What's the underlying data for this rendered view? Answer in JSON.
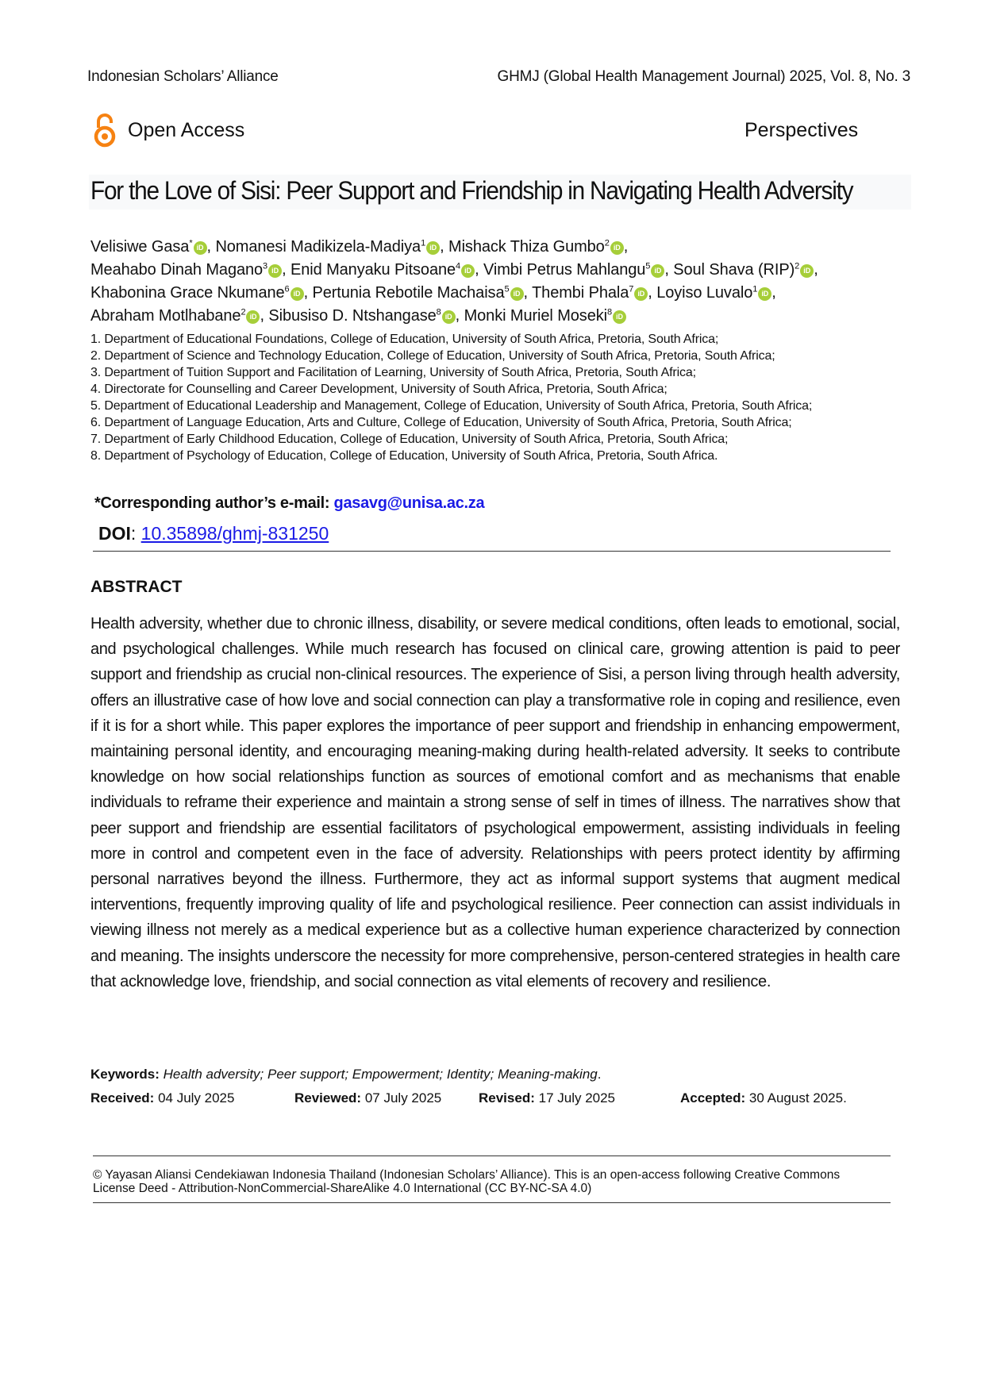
{
  "header": {
    "publisher": "Indonesian Scholars’ Alliance",
    "journal": "GHMJ (Global Health Management Journal) 2025, Vol. 8, No. 3"
  },
  "open_access": {
    "label": "Open Access",
    "icon": "open-access-lock-icon",
    "color": "#f68212"
  },
  "article_type": "Perspectives",
  "title": "For the Love of Sisi: Peer Support and Friendship in Navigating Health Adversity",
  "authors": [
    {
      "name": "Velisiwe Gasa",
      "sup": "*"
    },
    {
      "name": "Nomanesi Madikizela-Madiya",
      "sup": "1"
    },
    {
      "name": "Mishack Thiza Gumbo",
      "sup": "2"
    },
    {
      "name": "Meahabo Dinah Magano",
      "sup": "3"
    },
    {
      "name": "Enid Manyaku Pitsoane",
      "sup": "4"
    },
    {
      "name": "Vimbi Petrus Mahlangu",
      "sup": "5"
    },
    {
      "name": "Soul Shava (RIP)",
      "sup": "2"
    },
    {
      "name": "Khabonina Grace Nkumane",
      "sup": "6"
    },
    {
      "name": "Pertunia Rebotile Machaisa",
      "sup": "5"
    },
    {
      "name": "Thembi Phala",
      "sup": "7"
    },
    {
      "name": "Loyiso Luvalo",
      "sup": "1"
    },
    {
      "name": "Abraham Motlhabane",
      "sup": "2"
    },
    {
      "name": "Sibusiso D. Ntshangase",
      "sup": "8"
    },
    {
      "name": "Monki Muriel Moseki",
      "sup": "8"
    }
  ],
  "orcid_label": "iD",
  "orcid_color": "#a6ce39",
  "affiliations": [
    "1. Department of Educational Foundations, College of Education, University of South Africa, Pretoria, South Africa;",
    "2. Department of Science and Technology Education, College of Education, University of South Africa, Pretoria, South Africa;",
    "3. Department of Tuition Support and Facilitation of Learning, University of South Africa, Pretoria, South Africa;",
    "4. Directorate for Counselling and Career Development, University of South Africa, Pretoria, South Africa;",
    "5. Department of Educational Leadership and Management, College of Education, University of South Africa, Pretoria, South Africa;",
    "6. Department of Language Education, Arts and Culture, College of Education, University of South Africa, Pretoria, South Africa;",
    "7. Department of Early Childhood Education, College of Education, University of South Africa, Pretoria, South Africa;",
    "8. Department of Psychology of Education, College of Education, University of South Africa, Pretoria, South Africa."
  ],
  "corresponding": {
    "label": "*Corresponding author’s e-mail: ",
    "email": "gasavg@unisa.ac.za"
  },
  "doi": {
    "label": "DOI",
    "value": "10.35898/ghmj-831250"
  },
  "abstract": {
    "heading": "ABSTRACT",
    "text": "Health adversity, whether due to chronic illness, disability, or severe medical conditions, often leads to emotional, social, and psychological challenges. While much research has focused on clinical care, growing attention is paid to peer support and friendship as crucial non-clinical resources. The experience of Sisi, a person living through health adversity, offers an illustrative case of how love and social connection can play a transformative role in coping and resilience, even if it is for a short while. This paper explores the importance of peer support and friendship in enhancing empowerment, maintaining personal identity, and encouraging meaning-making during health-related adversity. It seeks to contribute knowledge on how social relationships function as sources of emotional comfort and as mechanisms that enable individuals to reframe their experience and maintain a strong sense of self in times of illness. The narratives show that peer support and friendship are essential facilitators of psychological empowerment, assisting individuals in feeling more in control and competent even in the face of adversity. Relationships with peers protect identity by affirming personal narratives beyond the illness. Furthermore, they act as informal support systems that augment medical interventions, frequently improving quality of life and psychological resilience. Peer connection can assist individuals in viewing illness not merely as a medical experience but as a collective human experience characterized by connection and meaning. The insights underscore the necessity for more comprehensive, person-centered strategies in health care that acknowledge love, friendship, and social connection as vital elements of recovery and resilience."
  },
  "keywords": {
    "label": "Keywords:",
    "value": "Health adversity; Peer support; Empowerment; Identity; Meaning-making",
    "end": "."
  },
  "dates": [
    {
      "label": "Received:",
      "value": "04 July 2025"
    },
    {
      "label": "Reviewed:",
      "value": "07 July 2025"
    },
    {
      "label": "Revised:",
      "value": "17 July 2025"
    },
    {
      "label": "Accepted:",
      "value": "30 August 2025."
    }
  ],
  "footer": {
    "copyright": "© Yayasan Aliansi Cendekiawan Indonesia Thailand (Indonesian Scholars’ Alliance). This is an open-access following Creative Commons License Deed - Attribution-NonCommercial-ShareAlike 4.0 International (CC BY-NC-SA 4.0)"
  }
}
